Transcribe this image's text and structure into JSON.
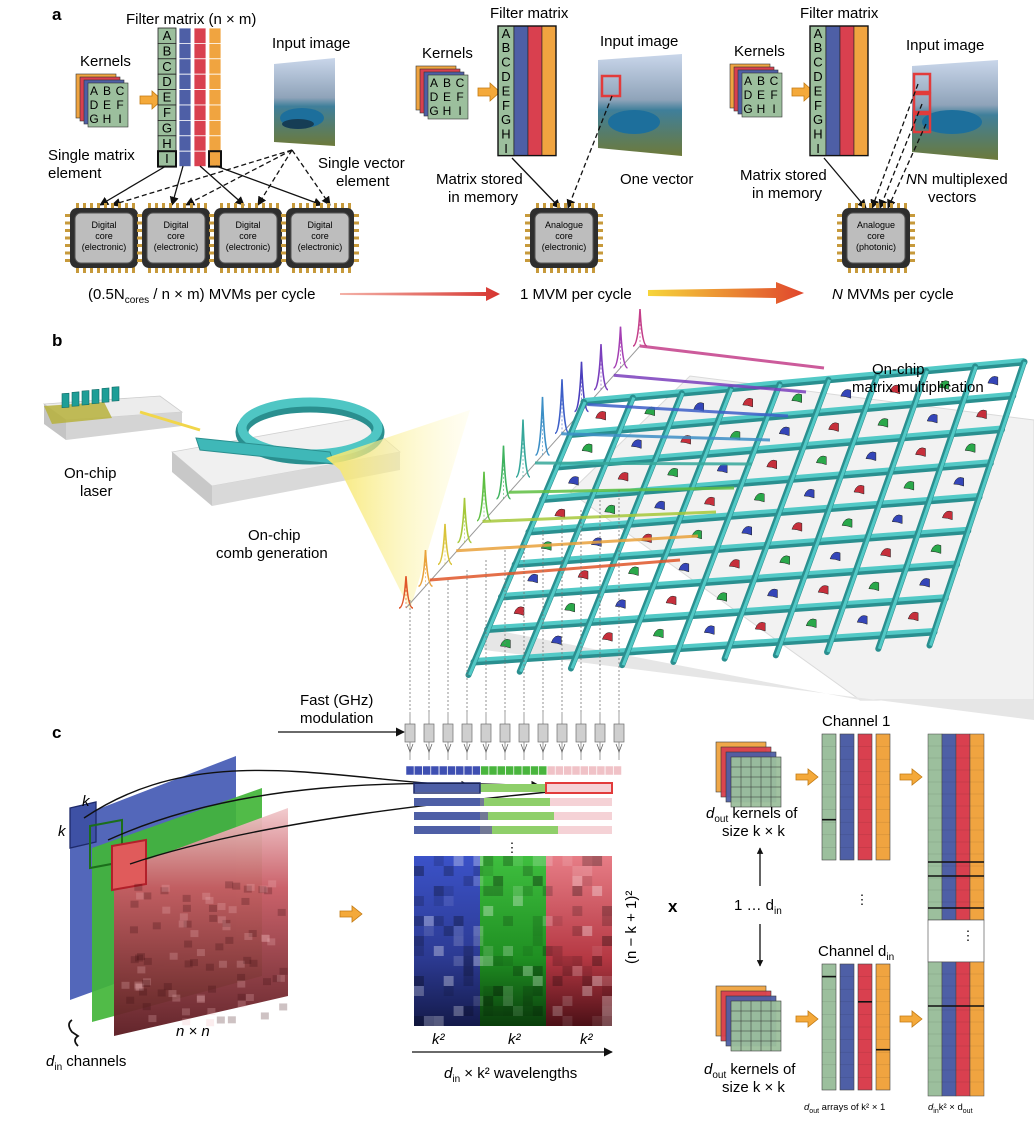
{
  "panel_letters": {
    "a": "a",
    "b": "b",
    "c": "c"
  },
  "colors": {
    "teal": "#3fb8b8",
    "teal_dark": "#2a8f8f",
    "grey_green": "#9cbf9d",
    "blue": "#4e5fa6",
    "red": "#d9404f",
    "orange": "#f0a440",
    "chip_grey": "#bdbdbd",
    "arrow_orange": "#f4a93a",
    "red_frame": "#e23b3b"
  },
  "panel_a": {
    "filter_title_1": "Filter matrix (n × m)",
    "filter_title_2": "Filter matrix",
    "filter_title_3": "Filter matrix",
    "kernels_label": "Kernels",
    "kernel_letters": [
      "A",
      "B",
      "C",
      "D",
      "E",
      "F",
      "G",
      "H",
      "I"
    ],
    "input_image_label": "Input image",
    "single_matrix_element": [
      "Single matrix",
      "element"
    ],
    "single_vector_element": [
      "Single vector",
      "element"
    ],
    "digital_core_lines": [
      "Digital",
      "core",
      "(electronic)"
    ],
    "analogue_electronic_lines": [
      "Analogue",
      "core",
      "(electronic)"
    ],
    "analogue_photonic_lines": [
      "Analogue",
      "core",
      "(photonic)"
    ],
    "matrix_stored": [
      "Matrix stored",
      "in memory"
    ],
    "one_vector": "One vector",
    "n_multiplexed": [
      "N multiplexed",
      "vectors"
    ],
    "throughput_1_pre": "(0.5N",
    "throughput_1_sub": "cores",
    "throughput_1_post": " / n × m) MVMs per cycle",
    "throughput_2": "1 MVM per cycle",
    "throughput_3_n": "N",
    "throughput_3": " MVMs per cycle"
  },
  "panel_b": {
    "laser_label": [
      "On-chip",
      "laser"
    ],
    "comb_label": [
      "On-chip",
      "comb generation"
    ],
    "matrix_label": [
      "On-chip",
      "matrix multiplication"
    ]
  },
  "panel_c": {
    "fast_modulation": [
      "Fast (GHz)",
      "modulation"
    ],
    "k": "k",
    "n_x_n": "n × n",
    "din_channels_d": "d",
    "din_channels_sub": "in",
    "din_channels_post": " channels",
    "k2": "k²",
    "wavelengths_pre": "d",
    "wavelengths_sub": "in",
    "wavelengths_post": " × k² wavelengths",
    "rows_label": "(n − k + 1)²",
    "times_symbol": "x",
    "channel_1": "Channel 1",
    "channel_din_pre": "Channel d",
    "channel_din_sub": "in",
    "dout_kernels_d": "d",
    "dout_kernels_sub": "out",
    "dout_kernels_post": " kernels of",
    "size_k": "size k × k",
    "one_to_din_pre": "1 … d",
    "one_to_din_sub": "in",
    "dout_arrays_d": "d",
    "dout_arrays_sub": "out",
    "dout_arrays_post": " arrays of k² × 1",
    "final_size": "d",
    "final_size_sub1": "in",
    "final_size_mid": "k² × d",
    "final_size_sub2": "out",
    "ellipsis": "⋮"
  }
}
